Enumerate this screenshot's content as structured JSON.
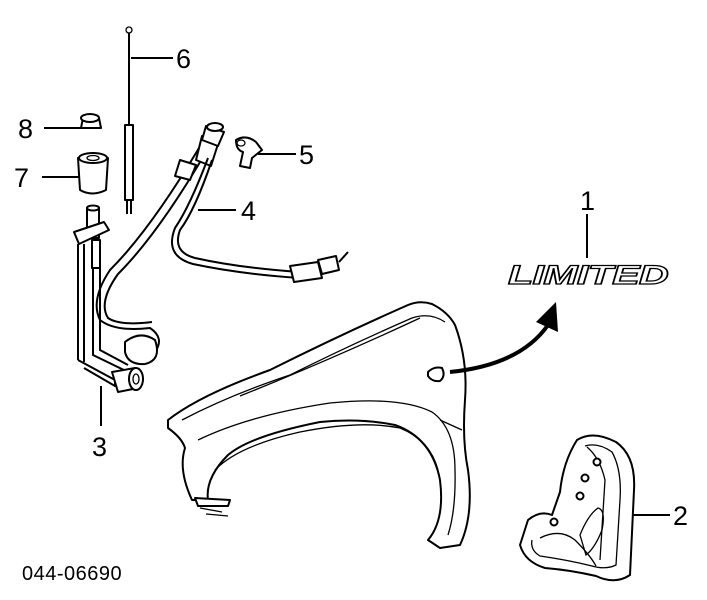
{
  "callouts": {
    "c1": "1",
    "c2": "2",
    "c3": "3",
    "c4": "4",
    "c5": "5",
    "c6": "6",
    "c7": "7",
    "c8": "8"
  },
  "badge_text": "LIMITED",
  "diagram_code": "044-06690"
}
